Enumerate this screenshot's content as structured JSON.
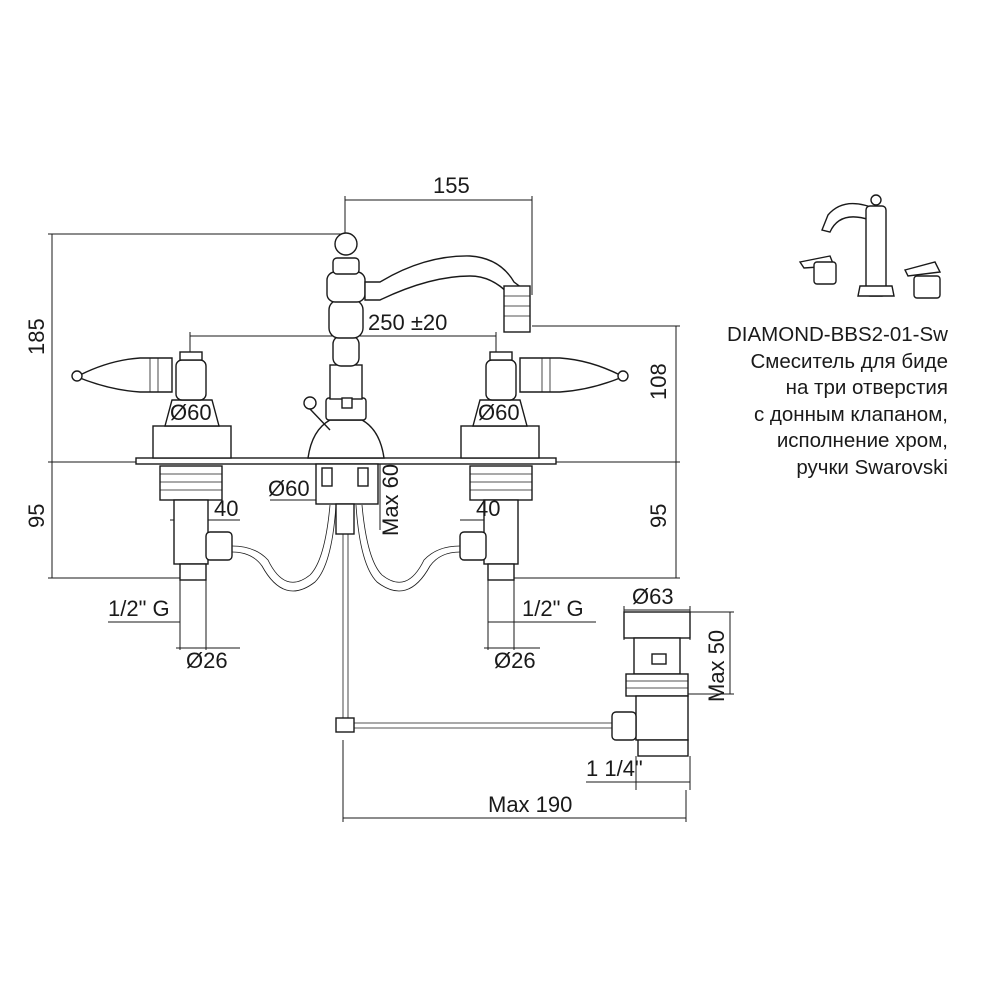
{
  "product": {
    "model": "DIAMOND-BBS2-01-Sw",
    "description": [
      "Смеситель для биде",
      "на три отверстия",
      "с донным клапаном,",
      "исполнение хром,",
      "ручки Swarovski"
    ]
  },
  "dimensions": {
    "spout_reach": "155",
    "total_height": "185",
    "handle_spacing": "250 ±20",
    "handle_height": "108",
    "below_deck_left": "95",
    "below_deck_right": "95",
    "handle_base_left": "Ø60",
    "handle_base_right": "Ø60",
    "center_base": "Ø60",
    "center_shank": "Max 60",
    "shank_left": "40",
    "shank_right": "40",
    "thread_left": "1/2\" G",
    "thread_right": "1/2\" G",
    "pipe_left": "Ø26",
    "pipe_right": "Ø26",
    "drain_head": "Ø63",
    "drain_height": "Max 50",
    "drain_thread": "1 1/4\"",
    "drain_rod": "Max 190"
  },
  "colors": {
    "line": "#1a1a1a",
    "background": "#ffffff"
  }
}
